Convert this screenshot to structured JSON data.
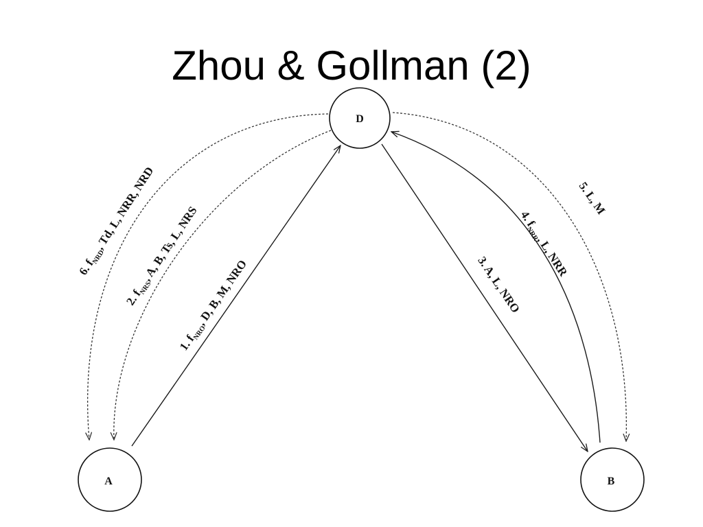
{
  "slide": {
    "title": "Zhou & Gollman (2)"
  },
  "nodes": {
    "d": "D",
    "a": "A",
    "b": "B"
  },
  "messages": {
    "m1": {
      "prefix": "1. ",
      "func": "f",
      "func_sub": "NRO",
      "rest": ", D, B, M, NRO"
    },
    "m2": {
      "prefix": "2. ",
      "func": "f",
      "func_sub": "NRS",
      "rest": ", A, B, Ts, L, NRS"
    },
    "m3": {
      "text": "3. A, L, NRO"
    },
    "m4": {
      "prefix": "4. ",
      "func": "f",
      "func_sub": "NRR",
      "rest": ", L, NRR"
    },
    "m5": {
      "text": "5. L, M"
    },
    "m6": {
      "prefix": "6. ",
      "func": "f",
      "func_sub": "NRD",
      "rest": ", Td, L, NRR, NRD"
    }
  }
}
